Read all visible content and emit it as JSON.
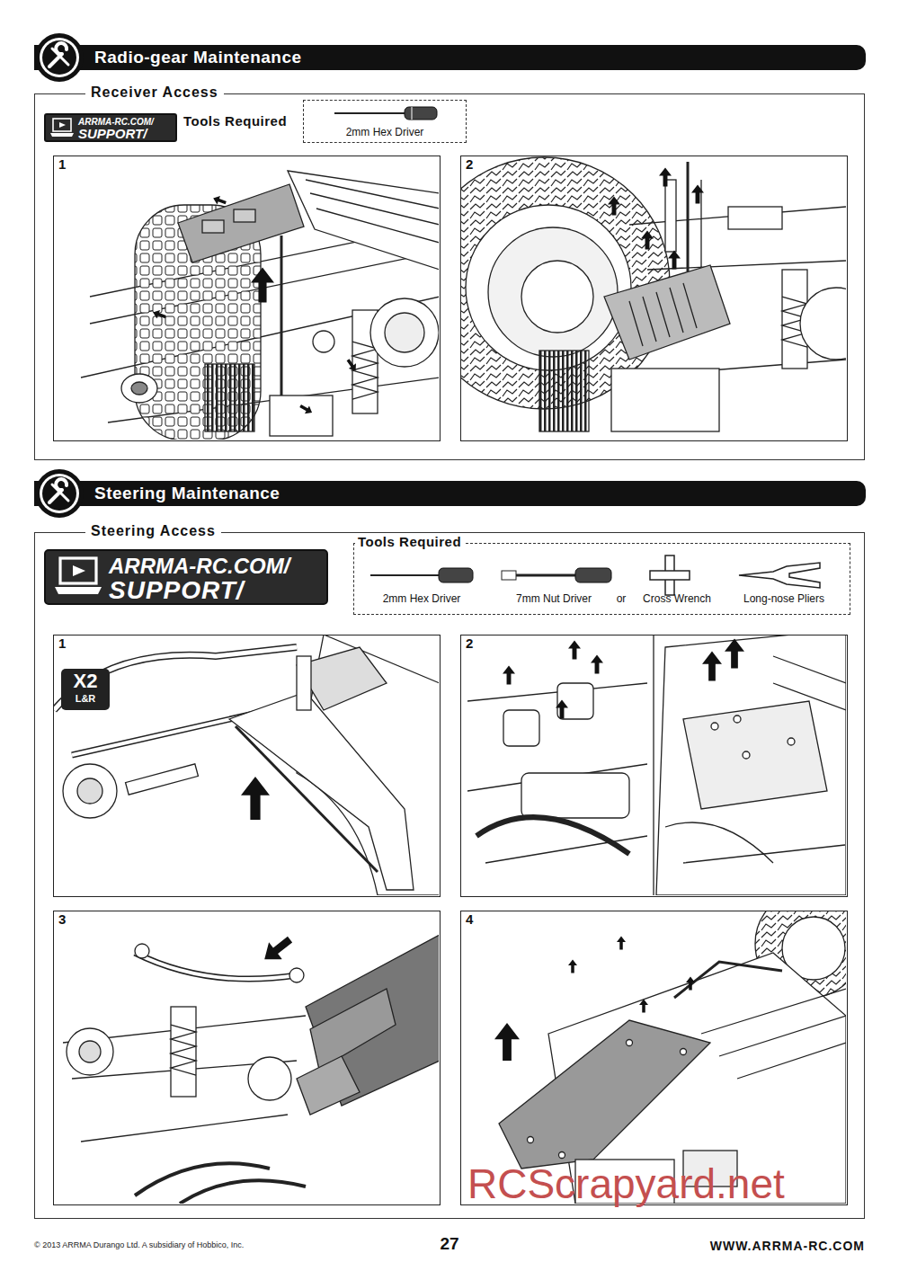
{
  "diagram": {
    "nodes": [
      {
        "text": [
          "Radio-gear Maintenance"
        ]
      },
      {
        "text": [
          "Receiver Access"
        ]
      },
      {
        "text": [
          "ARRMA-RC.COM/",
          "SUPPORT/"
        ],
        "in": 1
      },
      {
        "text": [
          "Tools Required",
          "2mm Hex Driver"
        ],
        "in": 1
      },
      {
        "text": [
          "1"
        ],
        "in": 1
      },
      {
        "text": [
          "2"
        ],
        "in": 1
      },
      {
        "text": [
          "Steering Maintenance"
        ]
      },
      {
        "text": [
          "Steering Access"
        ]
      },
      {
        "text": [
          "ARRMA-RC.COM/",
          "SUPPORT/"
        ],
        "in": 7
      },
      {
        "text": [
          "Tools Required",
          "2mm Hex Driver",
          "7mm Nut Driver",
          "or",
          "Cross Wrench",
          "Long-nose Pliers"
        ],
        "in": 7
      },
      {
        "text": [
          "1"
        ],
        "in": 7
      },
      {
        "text": [
          "X2",
          "L&R"
        ],
        "in": 10
      },
      {
        "text": [
          "2"
        ],
        "in": 7
      },
      {
        "text": [
          "3"
        ],
        "in": 7
      },
      {
        "text": [
          "4"
        ],
        "in": 7
      }
    ],
    "labels": [
      "© 2013 ARRMA Durango Ltd. A subsidiary of Hobbico, Inc.",
      "27",
      "WWW.ARRMA-RC.COM",
      "RCScrapyard.net"
    ]
  }
}
